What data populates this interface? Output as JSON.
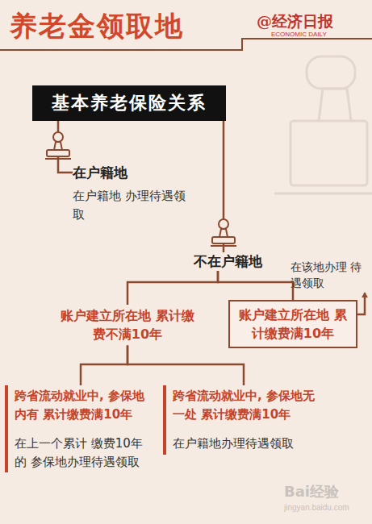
{
  "diagram": {
    "title": "养老金领取地",
    "nodes": [
      {
        "text": [
          "基本养老保险关系"
        ]
      },
      {
        "text": [
          "在户籍地",
          "在户籍地 办理待遇领取"
        ]
      },
      {
        "text": [
          "不在户籍地"
        ]
      },
      {
        "text": [
          "账户建立所在地 累计缴费不满10年"
        ]
      },
      {
        "text": [
          "账户建立所在地 累计缴费满10年"
        ]
      },
      {
        "text": [
          "在该地办理 待遇领取"
        ]
      },
      {
        "text": [
          "跨省流动就业中, 参保地内有 累计缴费满10年",
          "在上一个累计 缴费10年的 参保地办理待遇领取"
        ]
      },
      {
        "text": [
          "跨省流动就业中, 参保地无一处 累计缴费满10年",
          "在户籍地办理待遇领取"
        ]
      }
    ],
    "edges": [
      {
        "from": 0,
        "to": 1,
        "arrow": "none"
      },
      {
        "from": 0,
        "to": 2,
        "arrow": "none"
      },
      {
        "from": 2,
        "to": 3,
        "arrow": "none"
      },
      {
        "from": 2,
        "to": 4,
        "arrow": "none"
      },
      {
        "from": 4,
        "to": 5,
        "arrow": "to"
      },
      {
        "from": 3,
        "to": 6,
        "arrow": "none"
      },
      {
        "from": 3,
        "to": 7,
        "arrow": "none"
      }
    ],
    "labels": [
      "@经济日报",
      "ECONOMIC DAILY",
      "Bai经验",
      "jingyan.baidu.com"
    ]
  }
}
